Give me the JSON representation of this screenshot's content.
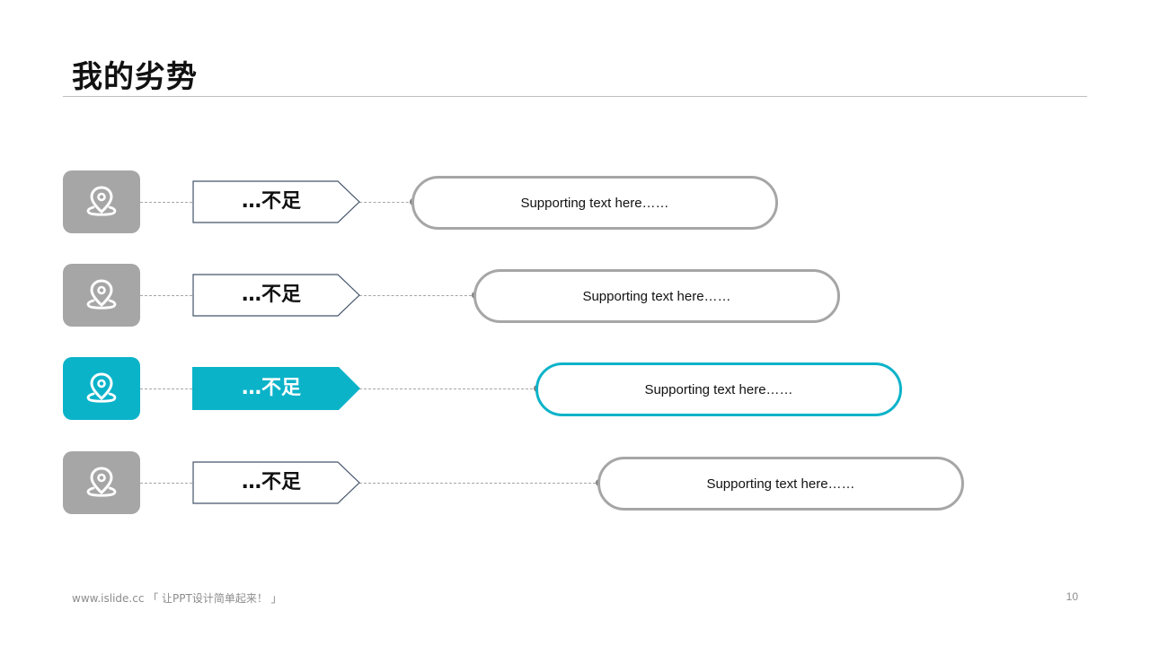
{
  "slide": {
    "title": "我的劣势",
    "accent_color": "#0bb3c9",
    "neutral_color": "#a6a6a6"
  },
  "items": [
    {
      "icon": "location-pin-icon",
      "label": "…不足",
      "text": "Supporting text here……",
      "active": false
    },
    {
      "icon": "location-pin-icon",
      "label": "…不足",
      "text": "Supporting text here……",
      "active": false
    },
    {
      "icon": "location-pin-icon",
      "label": "…不足",
      "text": "Supporting text here……",
      "active": true
    },
    {
      "icon": "location-pin-icon",
      "label": "…不足",
      "text": "Supporting text here……",
      "active": false
    }
  ],
  "footer": {
    "left": "www.islide.cc 「 让PPT设计简单起来！ 」",
    "page_number": "10"
  }
}
